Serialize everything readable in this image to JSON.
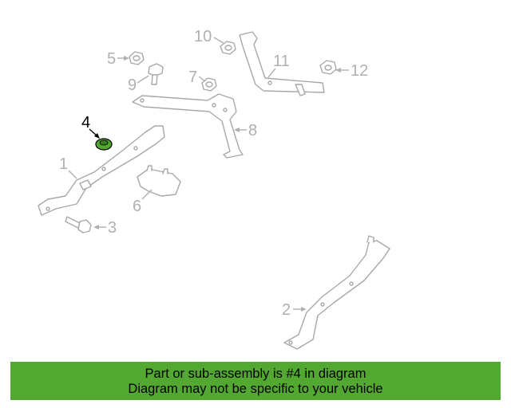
{
  "callouts": {
    "c1": "1",
    "c2": "2",
    "c3": "3",
    "c4": "4",
    "c5": "5",
    "c6": "6",
    "c7": "7",
    "c8": "8",
    "c9": "9",
    "c10": "10",
    "c11": "11",
    "c12": "12"
  },
  "highlighted_part": "4",
  "colors": {
    "highlight": "#53a832",
    "line_art": "#a8a8a8",
    "banner": "#53a832"
  },
  "banner": {
    "line1": "Part or sub-assembly is #4 in diagram",
    "line2": "Diagram may not be specific to your vehicle"
  }
}
